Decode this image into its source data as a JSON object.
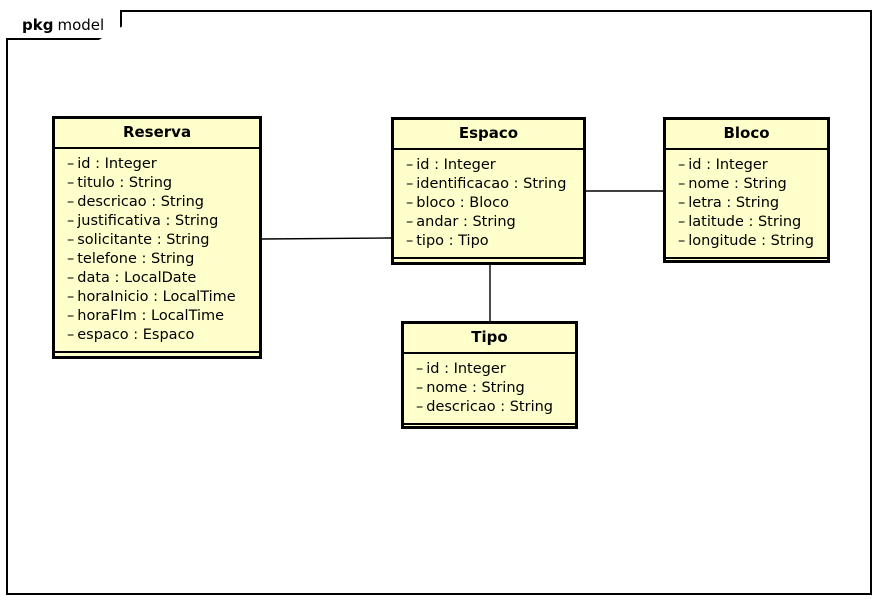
{
  "diagram": {
    "type": "uml-class-diagram",
    "package": {
      "keyword": "pkg",
      "name": "model"
    },
    "colors": {
      "class_fill": "#FFFFCC",
      "border": "#000000",
      "canvas": "#FFFFFF",
      "text": "#000000"
    },
    "classes": [
      {
        "id": "reserva",
        "name": "Reserva",
        "attributes": [
          {
            "visibility": "–",
            "text": "id : Integer"
          },
          {
            "visibility": "–",
            "text": "titulo : String"
          },
          {
            "visibility": "–",
            "text": "descricao : String"
          },
          {
            "visibility": "–",
            "text": "justificativa : String"
          },
          {
            "visibility": "–",
            "text": "solicitante : String"
          },
          {
            "visibility": "–",
            "text": "telefone : String"
          },
          {
            "visibility": "–",
            "text": "data : LocalDate"
          },
          {
            "visibility": "–",
            "text": "horaInicio : LocalTime"
          },
          {
            "visibility": "–",
            "text": "horaFIm : LocalTime"
          },
          {
            "visibility": "–",
            "text": "espaco : Espaco"
          }
        ],
        "operations": []
      },
      {
        "id": "espaco",
        "name": "Espaco",
        "attributes": [
          {
            "visibility": "–",
            "text": "id : Integer"
          },
          {
            "visibility": "–",
            "text": "identificacao : String"
          },
          {
            "visibility": "–",
            "text": "bloco : Bloco"
          },
          {
            "visibility": "–",
            "text": "andar : String"
          },
          {
            "visibility": "–",
            "text": "tipo : Tipo"
          }
        ],
        "operations": []
      },
      {
        "id": "bloco",
        "name": "Bloco",
        "attributes": [
          {
            "visibility": "–",
            "text": "id : Integer"
          },
          {
            "visibility": "–",
            "text": "nome : String"
          },
          {
            "visibility": "–",
            "text": "letra : String"
          },
          {
            "visibility": "–",
            "text": "latitude : String"
          },
          {
            "visibility": "–",
            "text": "longitude : String"
          }
        ],
        "operations": []
      },
      {
        "id": "tipo",
        "name": "Tipo",
        "attributes": [
          {
            "visibility": "–",
            "text": "id : Integer"
          },
          {
            "visibility": "–",
            "text": "nome : String"
          },
          {
            "visibility": "–",
            "text": "descricao : String"
          }
        ],
        "operations": []
      }
    ],
    "associations": [
      {
        "from": "reserva",
        "to": "espaco"
      },
      {
        "from": "espaco",
        "to": "bloco"
      },
      {
        "from": "espaco",
        "to": "tipo"
      }
    ]
  }
}
